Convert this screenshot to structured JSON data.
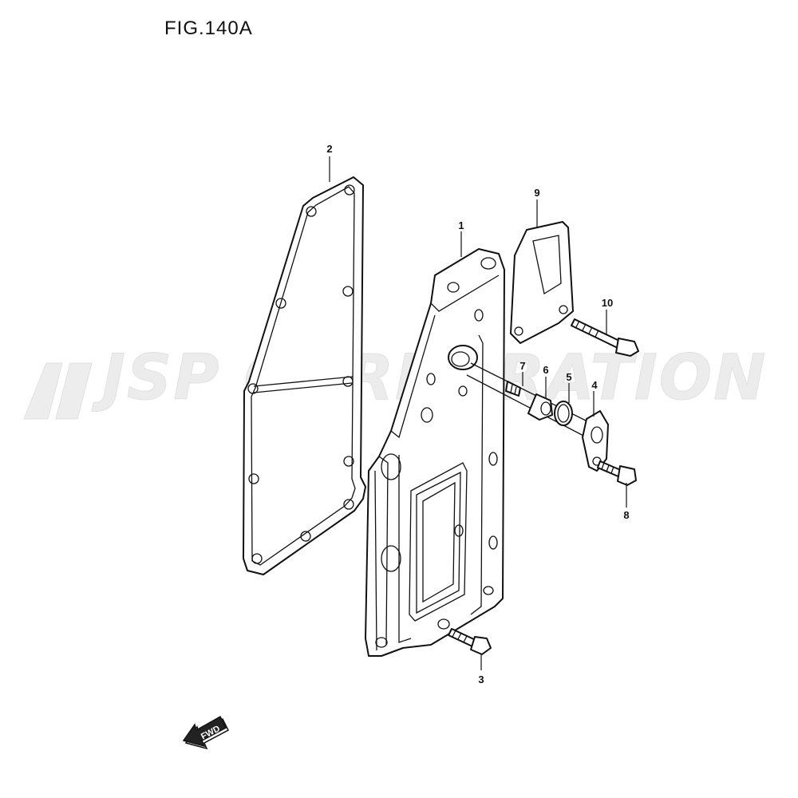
{
  "figure": {
    "title": "FIG.140A"
  },
  "watermark": {
    "text": "JSP CORPORATION"
  },
  "fwd": {
    "text": "FWD"
  },
  "callouts": [
    {
      "id": "1",
      "label": "1"
    },
    {
      "id": "2",
      "label": "2"
    },
    {
      "id": "3",
      "label": "3"
    },
    {
      "id": "4",
      "label": "4"
    },
    {
      "id": "5",
      "label": "5"
    },
    {
      "id": "6",
      "label": "6"
    },
    {
      "id": "7",
      "label": "7"
    },
    {
      "id": "8",
      "label": "8"
    },
    {
      "id": "9",
      "label": "9"
    },
    {
      "id": "10",
      "label": "10"
    }
  ]
}
